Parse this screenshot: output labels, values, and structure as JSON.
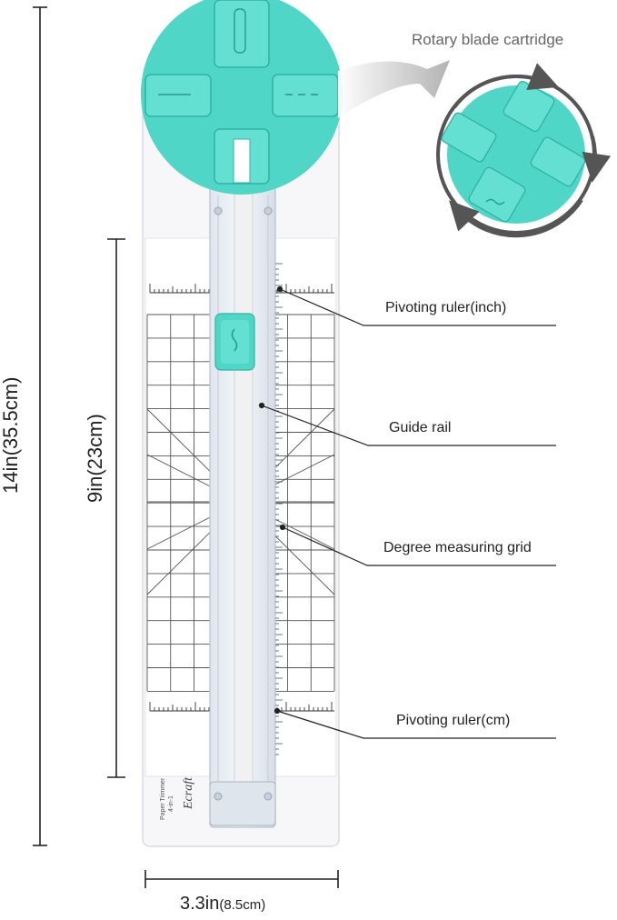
{
  "dimensions": {
    "total_length": "14in(35.5cm)",
    "ruler_length": "9in(23cm)",
    "width_main": "3.3in",
    "width_sub": "(8.5cm)"
  },
  "callouts": {
    "rotary": "Rotary blade cartridge",
    "pivot_inch": "Pivoting ruler(inch)",
    "guide_rail": "Guide rail",
    "degree_grid": "Degree measuring grid",
    "pivot_cm": "Pivoting ruler(cm)"
  },
  "product": {
    "brand": "Ecraft",
    "name_line1": "4-in-1",
    "name_line2": "Paper Trimmer"
  },
  "colors": {
    "accent": "#4fd6c6",
    "accent_dark": "#2fb3a4",
    "base": "#f7f7fa",
    "line": "#222222"
  }
}
